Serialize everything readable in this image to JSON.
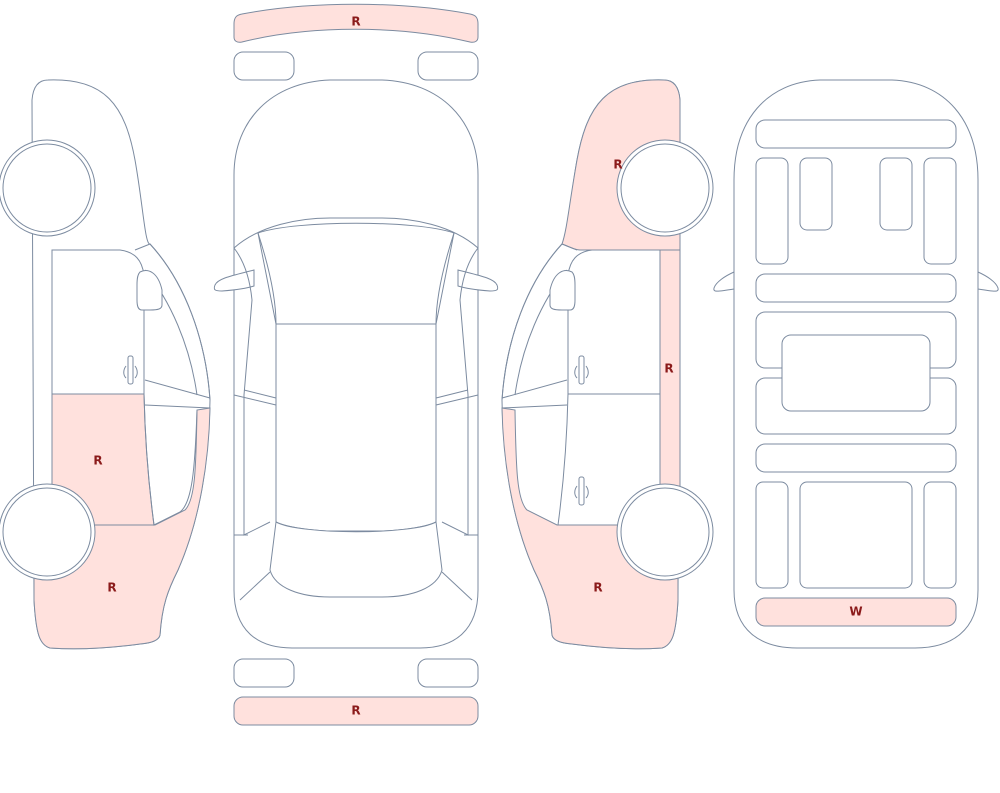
{
  "colors": {
    "outline": "#7c8ba0",
    "damage_fill": "#ffe1dd",
    "marker_text": "#8b1a1a",
    "background": "#ffffff"
  },
  "markers": {
    "front_bumper": "R",
    "left_rear_door": "R",
    "left_rear_quarter": "R",
    "right_front_fender": "R",
    "right_rocker": "R",
    "right_rear_quarter": "R",
    "rear_bumper": "R",
    "interior_trunk": "W"
  }
}
